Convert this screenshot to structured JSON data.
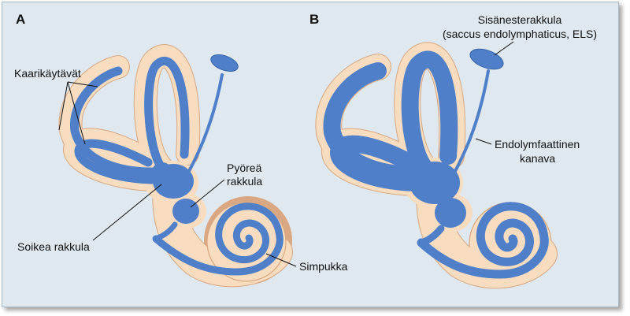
{
  "panels": {
    "a": "A",
    "b": "B"
  },
  "labels": {
    "semicircular_canals": "Kaarikäytävät",
    "saccule_line1": "Pyöreä",
    "saccule_line2": "rakkula",
    "utricle": "Soikea rakkula",
    "cochlea": "Simpukka",
    "endolymphatic_sac_line1": "Sisänesterakkula",
    "endolymphatic_sac_line2": "(saccus endolymphaticus, ELS)",
    "endolymphatic_duct_line1": "Endolymfaattinen",
    "endolymphatic_duct_line2": "kanava"
  },
  "colors": {
    "background": "#dfe8ef",
    "bony_labyrinth": "#f8dcc0",
    "bony_outline": "#d9a882",
    "membranous_labyrinth": "#4f7fc9"
  }
}
